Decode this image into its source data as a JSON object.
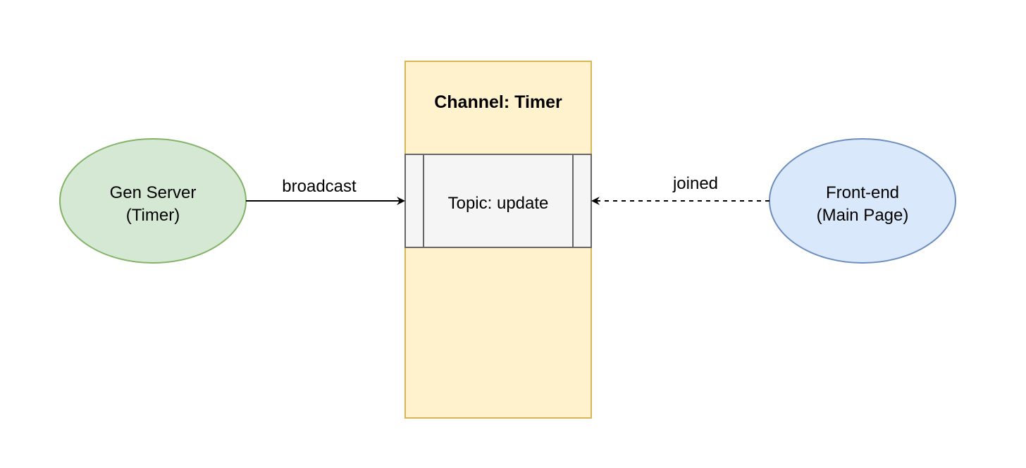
{
  "nodes": {
    "gen_server": {
      "line1": "Gen Server",
      "line2": "(Timer)",
      "fill": "#d5e8d4",
      "stroke": "#82b366"
    },
    "front_end": {
      "line1": "Front-end",
      "line2": "(Main Page)",
      "fill": "#dae8fc",
      "stroke": "#6c8ebf"
    },
    "channel": {
      "title": "Channel: Timer",
      "fill": "#fff2cc",
      "stroke": "#d6b656"
    },
    "topic": {
      "label": "Topic: update",
      "fill": "#f5f5f5",
      "stroke": "#666666"
    }
  },
  "edges": {
    "broadcast": {
      "label": "broadcast",
      "style": "solid",
      "from": "gen_server",
      "to": "topic"
    },
    "joined": {
      "label": "joined",
      "style": "dashed",
      "from": "front_end",
      "to": "topic"
    }
  }
}
